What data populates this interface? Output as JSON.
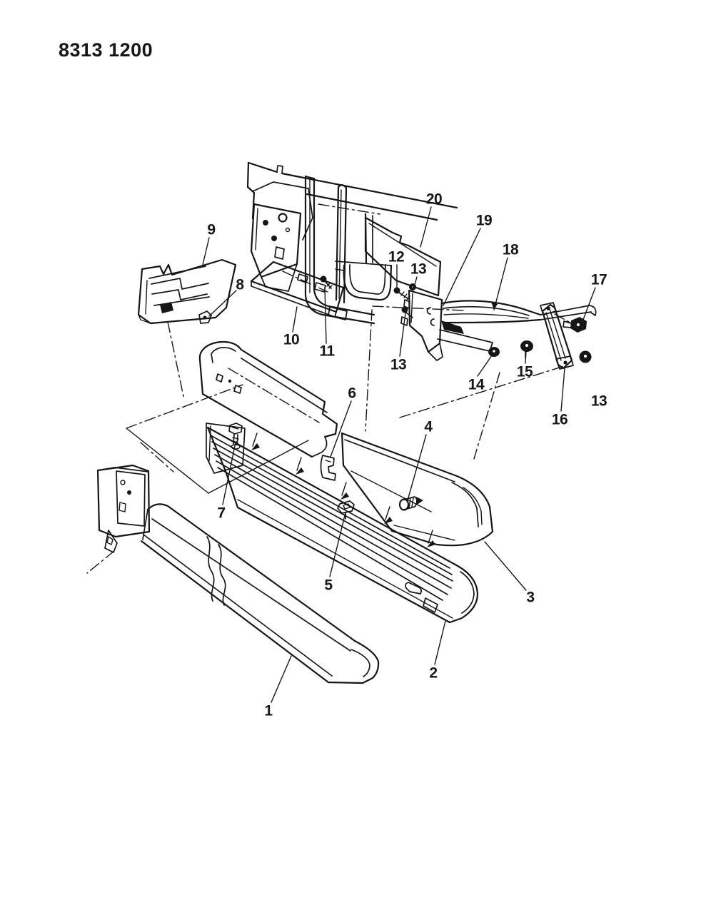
{
  "colors": {
    "background": "#ffffff",
    "ink": "#161616"
  },
  "header": {
    "part_number": "8313 1200"
  },
  "diagram": {
    "kind": "exploded-parts-line-drawing",
    "callouts": [
      {
        "label": "1"
      },
      {
        "label": "2"
      },
      {
        "label": "3"
      },
      {
        "label": "4"
      },
      {
        "label": "5"
      },
      {
        "label": "6"
      },
      {
        "label": "7"
      },
      {
        "label": "8"
      },
      {
        "label": "9"
      },
      {
        "label": "10"
      },
      {
        "label": "11"
      },
      {
        "label": "12"
      },
      {
        "label": "13"
      },
      {
        "label": "13"
      },
      {
        "label": "13"
      },
      {
        "label": "14"
      },
      {
        "label": "15"
      },
      {
        "label": "16"
      },
      {
        "label": "17"
      },
      {
        "label": "18"
      },
      {
        "label": "19"
      },
      {
        "label": "20"
      }
    ]
  }
}
